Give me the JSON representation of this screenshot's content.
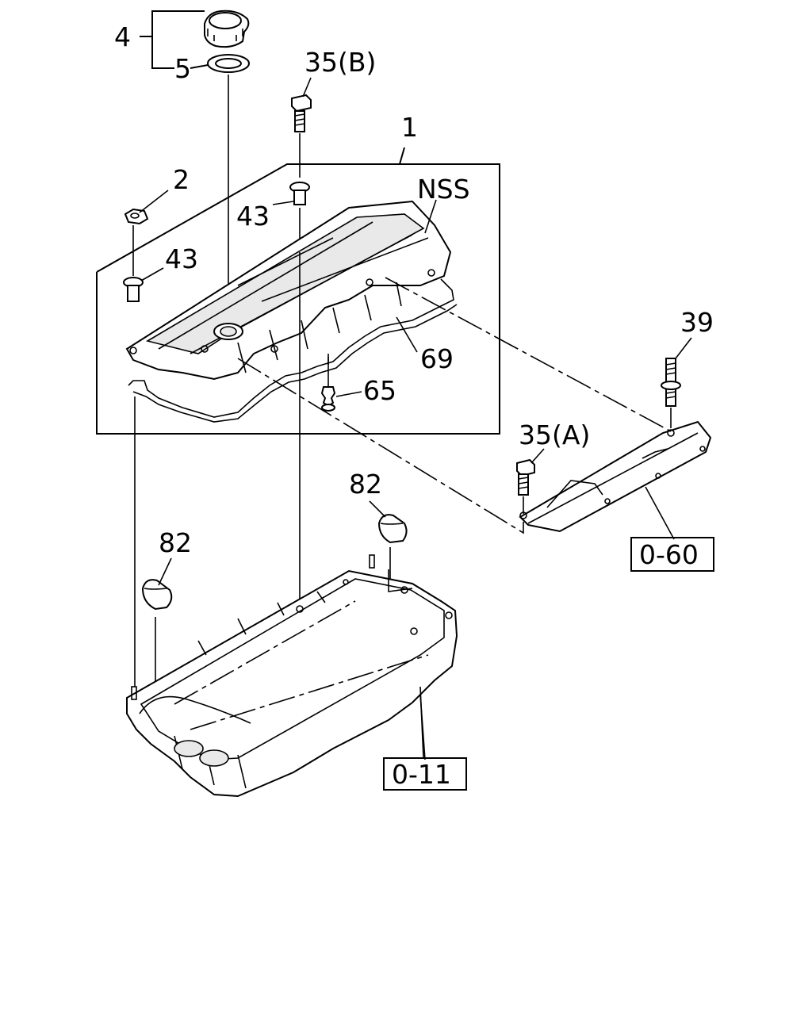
{
  "diagram": {
    "callouts": {
      "c4": "4",
      "c5": "5",
      "c35b": "35(B)",
      "c1": "1",
      "c2": "2",
      "cnss": "NSS",
      "c43a": "43",
      "c43b": "43",
      "c69": "69",
      "c65": "65",
      "c39": "39",
      "c35a": "35(A)",
      "c82a": "82",
      "c82b": "82"
    },
    "references": {
      "r060": "0-60",
      "r011": "0-11"
    }
  }
}
